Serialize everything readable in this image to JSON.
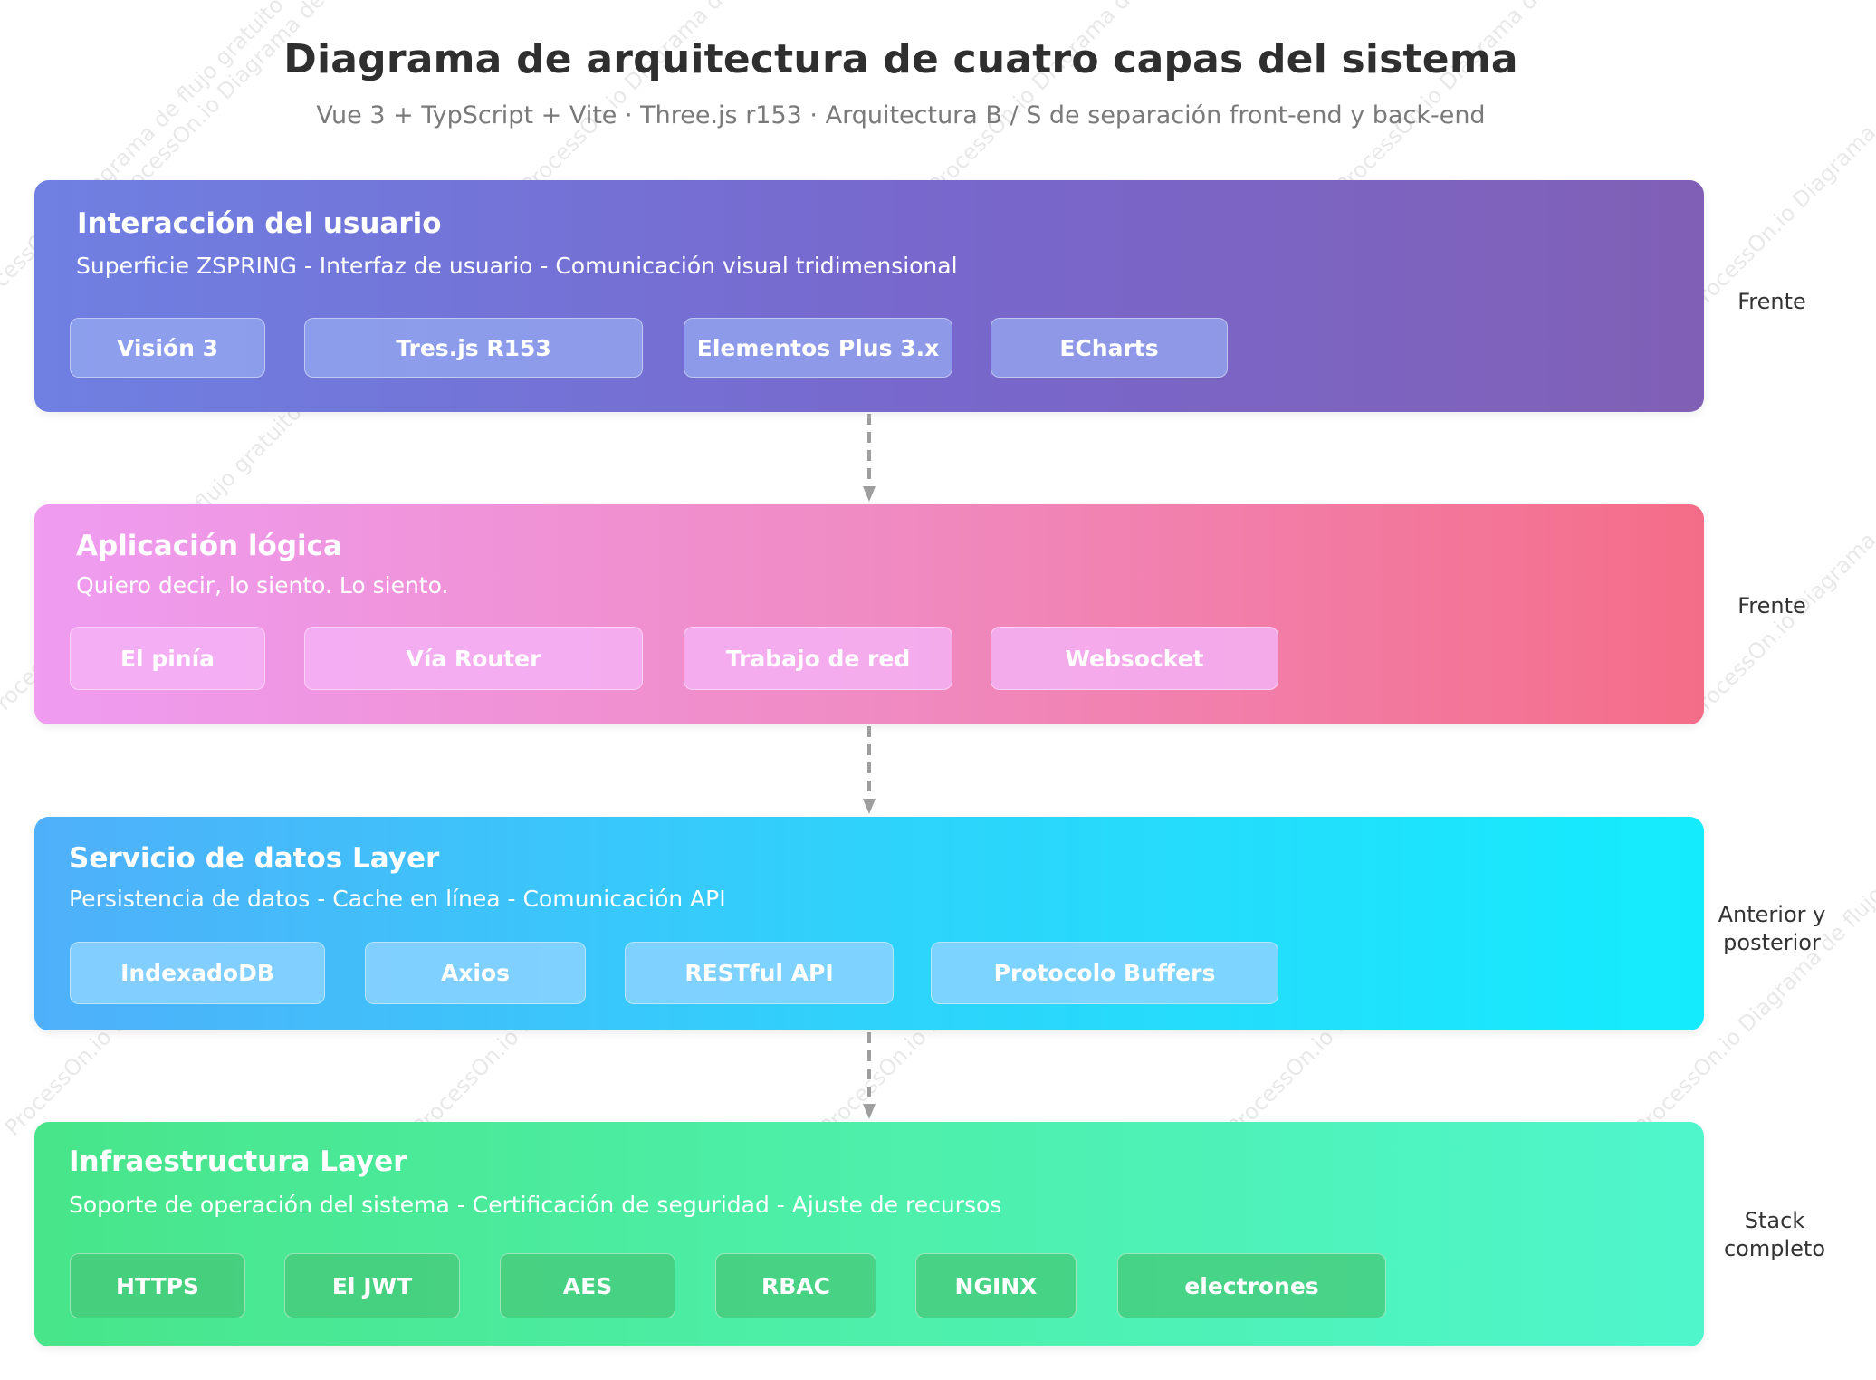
{
  "header": {
    "title": "Diagrama de arquitectura de cuatro capas del sistema",
    "subtitle": "Vue 3 + TypScript + Vite · Three.js r153 · Arquitectura B / S de separación front-end y back-end"
  },
  "layers": [
    {
      "title": "Interacción del usuario",
      "description": "Superficie ZSPRING - Interfaz de usuario - Comunicación visual tridimensional",
      "side_label": "Frente",
      "chips": [
        "Visión 3",
        "Tres.js R153",
        "Elementos Plus 3.x",
        "ECharts"
      ]
    },
    {
      "title": "Aplicación lógica",
      "description": "Quiero decir, lo siento. Lo siento.",
      "side_label": "Frente",
      "chips": [
        "El pinía",
        "Vía Router",
        "Trabajo de red",
        "Websocket"
      ]
    },
    {
      "title": "Servicio de datos Layer",
      "description": "Persistencia de datos - Cache en línea - Comunicación API",
      "side_label_lines": [
        "Anterior y",
        "posterior"
      ],
      "chips": [
        "IndexadoDB",
        "Axios",
        "RESTful API",
        "Protocolo Buffers"
      ]
    },
    {
      "title": "Infraestructura Layer",
      "description": "Soporte de operación del sistema - Certificación de seguridad - Ajuste de recursos",
      "side_label_lines": [
        "Stack",
        "completo"
      ],
      "chips": [
        "HTTPS",
        "El JWT",
        "AES",
        "RBAC",
        "NGINX",
        "electrones"
      ]
    }
  ],
  "watermark": {
    "texts": [
      "ProcessOn.io Diagrama de flujo gratuito"
    ]
  },
  "colors": {
    "layer1": "#7867cc",
    "layer2": "#f08bc3",
    "layer3": "#2fd2fb",
    "layer4": "#4ef0ad",
    "connector": "#9e9e9e"
  }
}
